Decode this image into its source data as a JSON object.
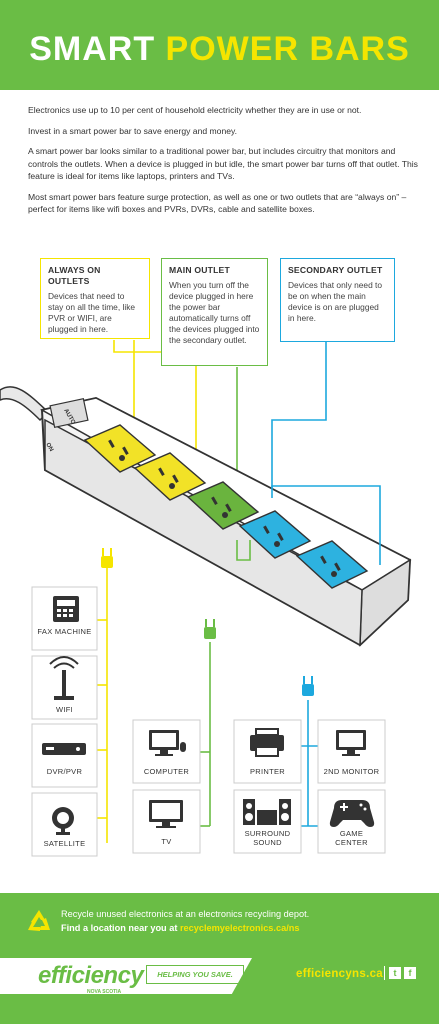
{
  "header": {
    "title_white": "SMART ",
    "title_yellow": "POWER BARS"
  },
  "intro": {
    "p1": "Electronics use up to 10 per cent of household electricity whether they are in use or not.",
    "p2": "Invest in a smart power bar to save energy and money.",
    "p3": "A smart power bar looks similar to a traditional power bar, but includes circuitry that monitors and controls the outlets. When a device is plugged in but idle, the smart power bar turns off that outlet. This feature is ideal for items like laptops, printers and TVs.",
    "p4": "Most smart power bars feature surge protection, as well as one or two outlets that are “always on” – perfect for items like wifi boxes and PVRs, DVRs, cable and satellite boxes."
  },
  "boxes": {
    "always": {
      "title": "ALWAYS ON OUTLETS",
      "text": "Devices that need to stay on all the time, like PVR or WIFI, are plugged in here."
    },
    "main": {
      "title": "MAIN OUTLET",
      "text": "When you turn off the device plugged in here the power bar automatically turns off the devices plugged into the secondary outlet."
    },
    "secondary": {
      "title": "SECONDARY OUTLET",
      "text": "Devices that only need to be on when the main device is on are plugged in here."
    }
  },
  "powerbar": {
    "switch_top": "AUTO",
    "switch_side": "ON"
  },
  "devices": {
    "fax": "FAX MACHINE",
    "wifi": "WIFI",
    "dvr": "DVR/PVR",
    "satellite": "SATELLITE",
    "computer": "COMPUTER",
    "tv": "TV",
    "printer": "PRINTER",
    "monitor": "2ND MONITOR",
    "surround": "SURROUND SOUND",
    "game": "GAME CENTER"
  },
  "colors": {
    "green": "#6abd45",
    "yellow": "#f5e500",
    "blue": "#1da8de",
    "outlet_yellow": "#f2e227",
    "outlet_green": "#6ab43e",
    "outlet_blue": "#2db2e0"
  },
  "footer": {
    "line1": "Recycle unused electronics at an electronics recycling depot.",
    "line2": "Find a location near you at ",
    "link": "recyclemyelectronics.ca/ns",
    "logo": "efficiency",
    "logo_sub": "NOVA SCOTIA",
    "tagline": "HELPING YOU SAVE.",
    "site": "efficiencyns.ca",
    "twitter": "t",
    "facebook": "f"
  }
}
